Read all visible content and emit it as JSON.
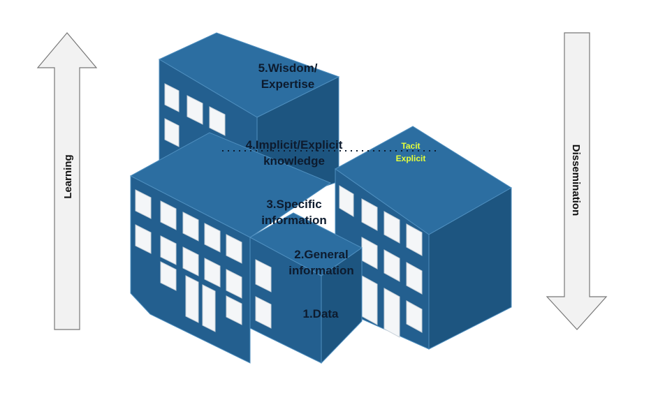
{
  "arrows": {
    "left": {
      "label": "Learning",
      "direction": "up"
    },
    "right": {
      "label": "Dissemination",
      "direction": "down"
    }
  },
  "levels": {
    "l5_line1": "5.Wisdom/",
    "l5_line2": "Expertise",
    "l4_line1": "4.Implicit/Explicit",
    "l4_line2": "knowledge",
    "l3_line1": "3.Specific",
    "l3_line2": "information",
    "l2_line1": "2.General",
    "l2_line2": "information",
    "l1": "1.Data"
  },
  "knowledge_types": {
    "tacit": "Tacit",
    "explicit": "Explicit"
  },
  "colors": {
    "building": "#2c6ea1",
    "highlight": "#e6ff3a",
    "arrow_fill": "#f2f2f2"
  }
}
